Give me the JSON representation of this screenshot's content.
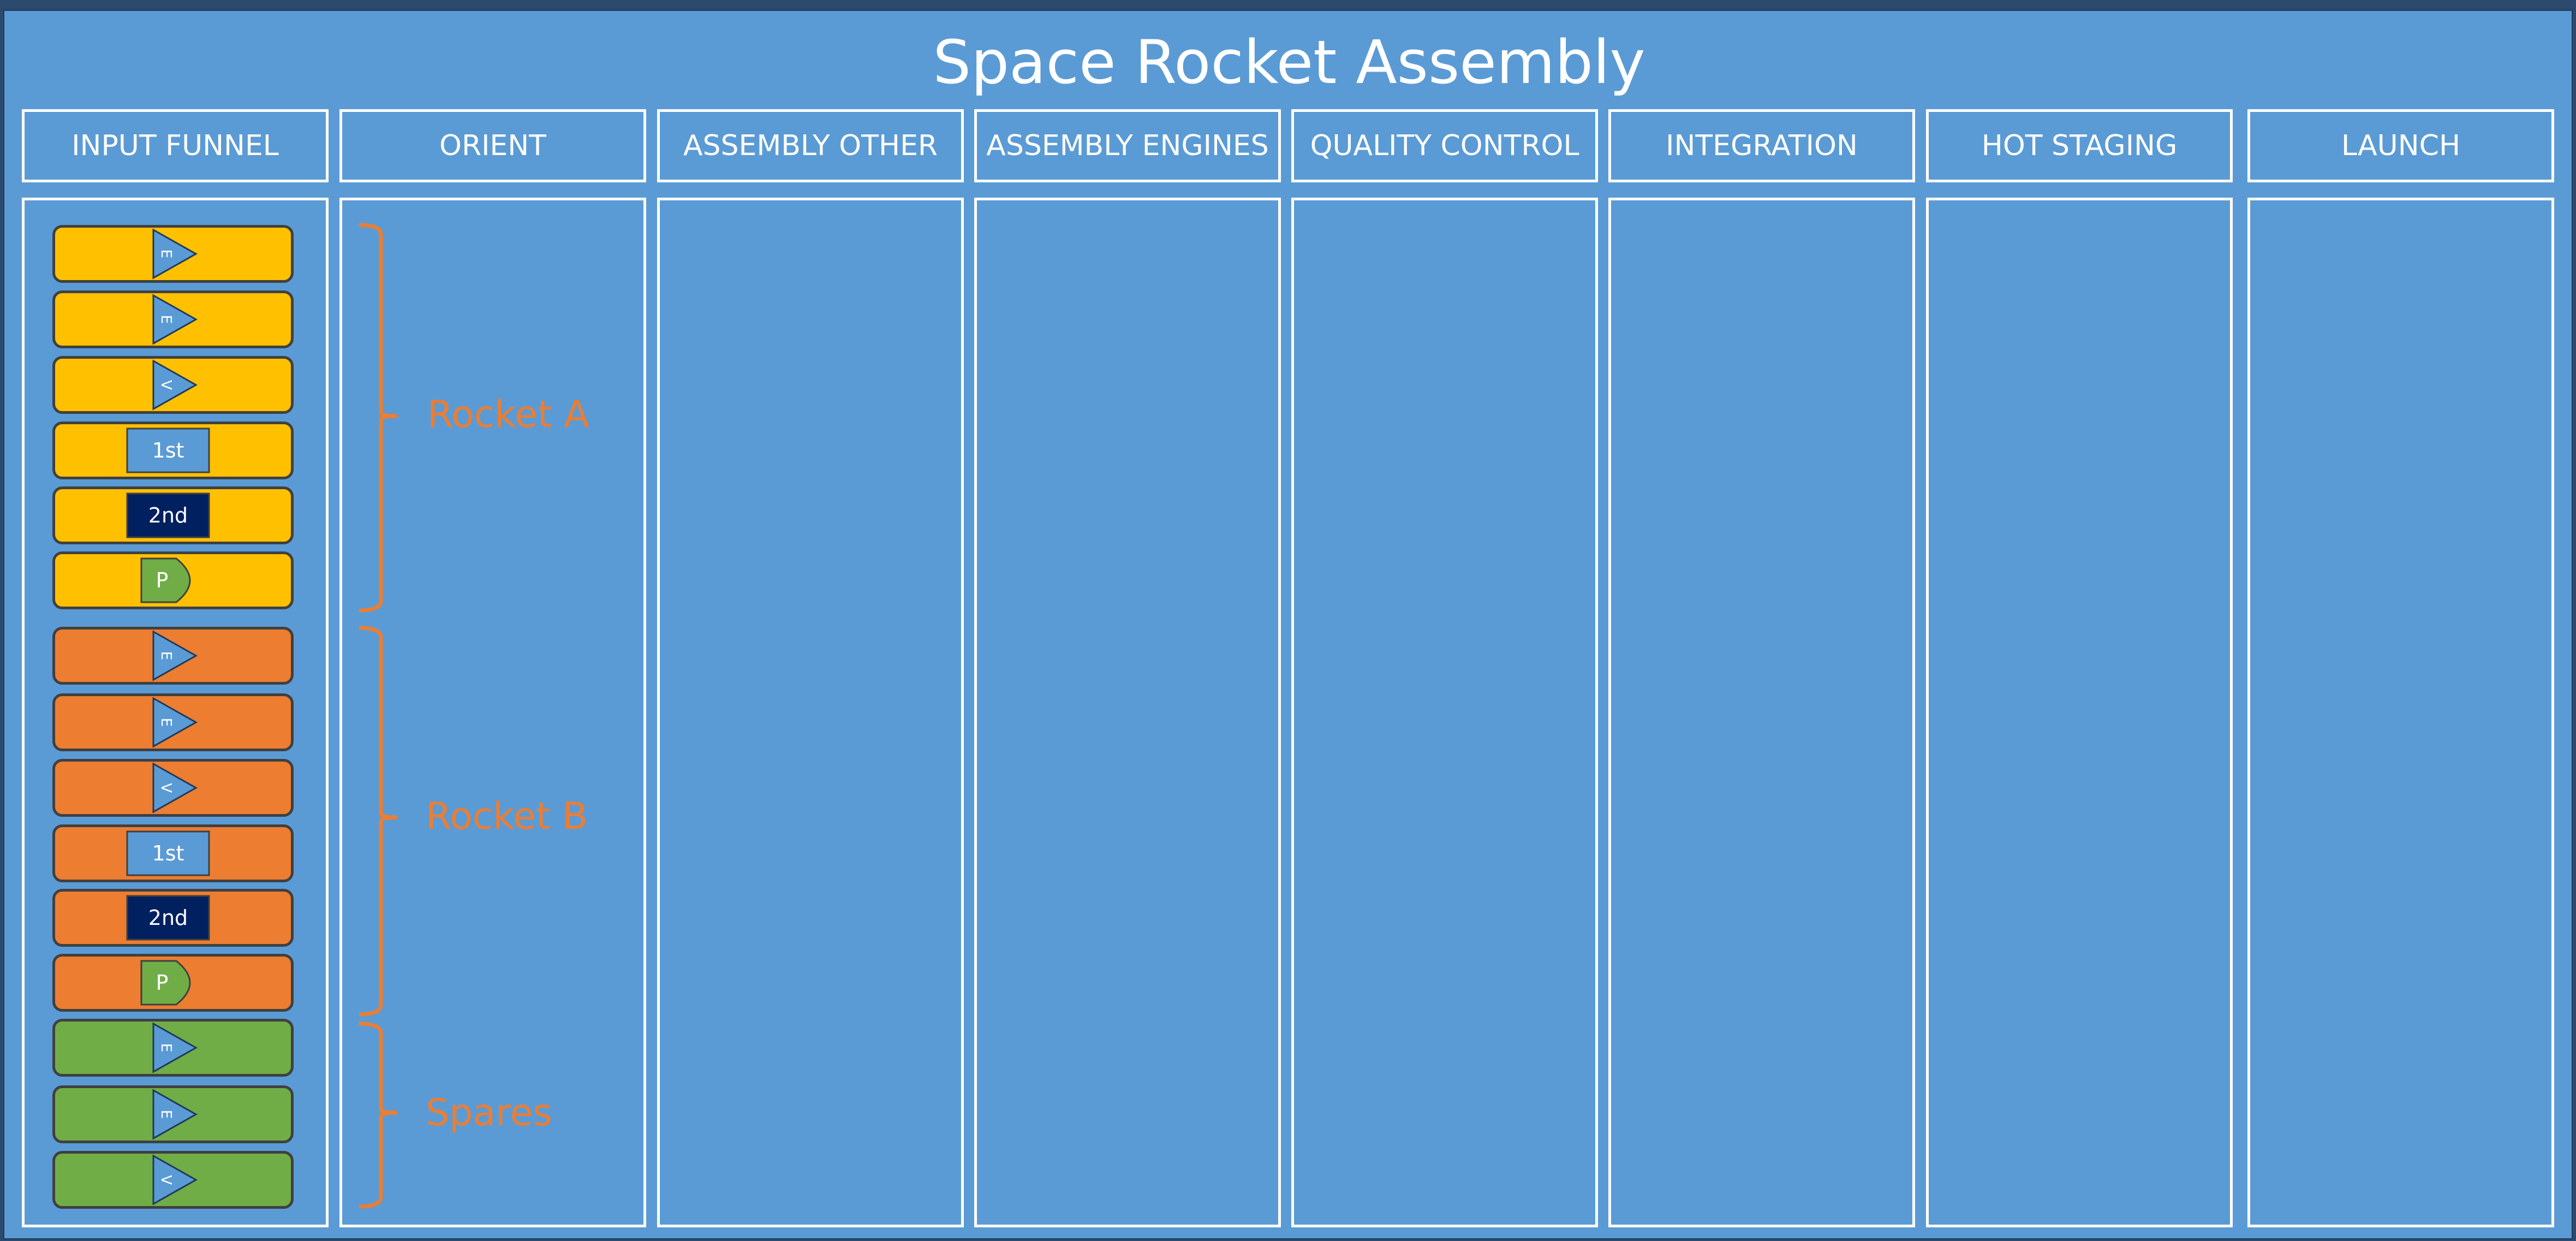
{
  "title": "Space Rocket Assembly",
  "columns": [
    {
      "id": "input-funnel",
      "label": "INPUT FUNNEL"
    },
    {
      "id": "orient",
      "label": "ORIENT"
    },
    {
      "id": "assembly-other",
      "label": "ASSEMBLY OTHER"
    },
    {
      "id": "assembly-engines",
      "label": "ASSEMBLY ENGINES"
    },
    {
      "id": "quality-control",
      "label": "QUALITY CONTROL"
    },
    {
      "id": "integration",
      "label": "INTEGRATION"
    },
    {
      "id": "hot-staging",
      "label": "HOT STAGING"
    },
    {
      "id": "launch",
      "label": "LAUNCH"
    }
  ],
  "groups": [
    {
      "label": "Rocket A",
      "color": "#ffc000"
    },
    {
      "label": "Rocket B",
      "color": "#ed7d31"
    },
    {
      "label": "Spares",
      "color": "#70ad47"
    }
  ],
  "cards": [
    {
      "group": 0,
      "kind": "triangle",
      "label": "E"
    },
    {
      "group": 0,
      "kind": "triangle",
      "label": "E"
    },
    {
      "group": 0,
      "kind": "triangle",
      "label": "V"
    },
    {
      "group": 0,
      "kind": "rect-light",
      "label": "1st"
    },
    {
      "group": 0,
      "kind": "rect-dark",
      "label": "2nd"
    },
    {
      "group": 0,
      "kind": "payload",
      "label": "P"
    },
    {
      "group": 1,
      "kind": "triangle",
      "label": "E"
    },
    {
      "group": 1,
      "kind": "triangle",
      "label": "E"
    },
    {
      "group": 1,
      "kind": "triangle",
      "label": "V"
    },
    {
      "group": 1,
      "kind": "rect-light",
      "label": "1st"
    },
    {
      "group": 1,
      "kind": "rect-dark",
      "label": "2nd"
    },
    {
      "group": 1,
      "kind": "payload",
      "label": "P"
    },
    {
      "group": 2,
      "kind": "triangle",
      "label": "E"
    },
    {
      "group": 2,
      "kind": "triangle",
      "label": "E"
    },
    {
      "group": 2,
      "kind": "triangle",
      "label": "V"
    }
  ],
  "colors": {
    "background": "#5b9bd5",
    "triangle": "#5b9bd5",
    "dark_block": "#002060",
    "payload": "#70ad47",
    "bracket": "#ed7d31"
  }
}
